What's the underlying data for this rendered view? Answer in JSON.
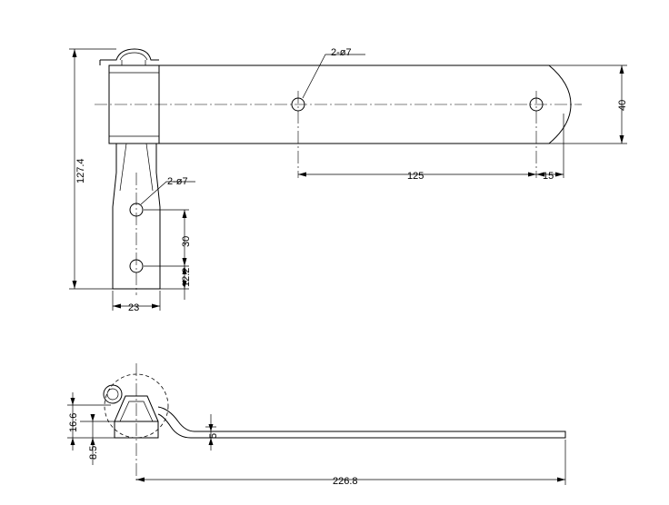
{
  "drawing": {
    "top_view": {
      "dim_height": "40",
      "dim_hole_spacing": "125",
      "dim_end_offset": "15",
      "hole_callout": "2-ø7"
    },
    "side_view": {
      "dim_total_height": "127.4",
      "dim_hole_spacing": "30",
      "dim_bottom_hole": "12.2",
      "dim_width": "23",
      "hole_callout": "2-ø7"
    },
    "bottom_view": {
      "dim_total_length": "226.8",
      "dim_thickness": "5",
      "dim_knuckle_height": "16.6",
      "dim_base_height": "8.5"
    }
  }
}
